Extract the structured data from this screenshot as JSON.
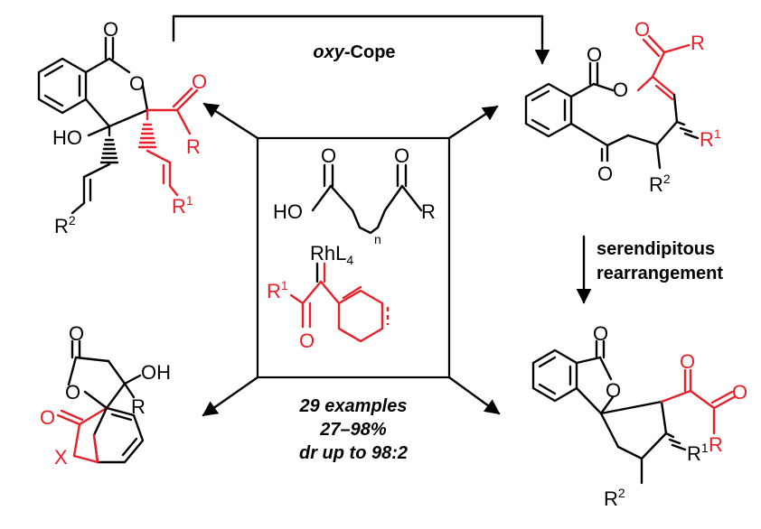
{
  "reaction": {
    "oxy_cope_prefix": "oxy",
    "oxy_cope_suffix": "-Cope",
    "serendipitous_line1": "serendipitous",
    "serendipitous_line2": "rearrangement",
    "stats_line1": "29 examples",
    "stats_line2": "27–98%",
    "stats_line3": "dr up to 98:2"
  },
  "atoms": {
    "O": "O",
    "OH": "OH",
    "HO": "HO",
    "R": "R",
    "R1": "R",
    "R2": "R",
    "X": "X",
    "Rh": "RhL",
    "sub1": "1",
    "sub2": "2",
    "sub4": "4",
    "subn": "n"
  },
  "colors": {
    "black": "#000000",
    "red": "#e8202a"
  }
}
